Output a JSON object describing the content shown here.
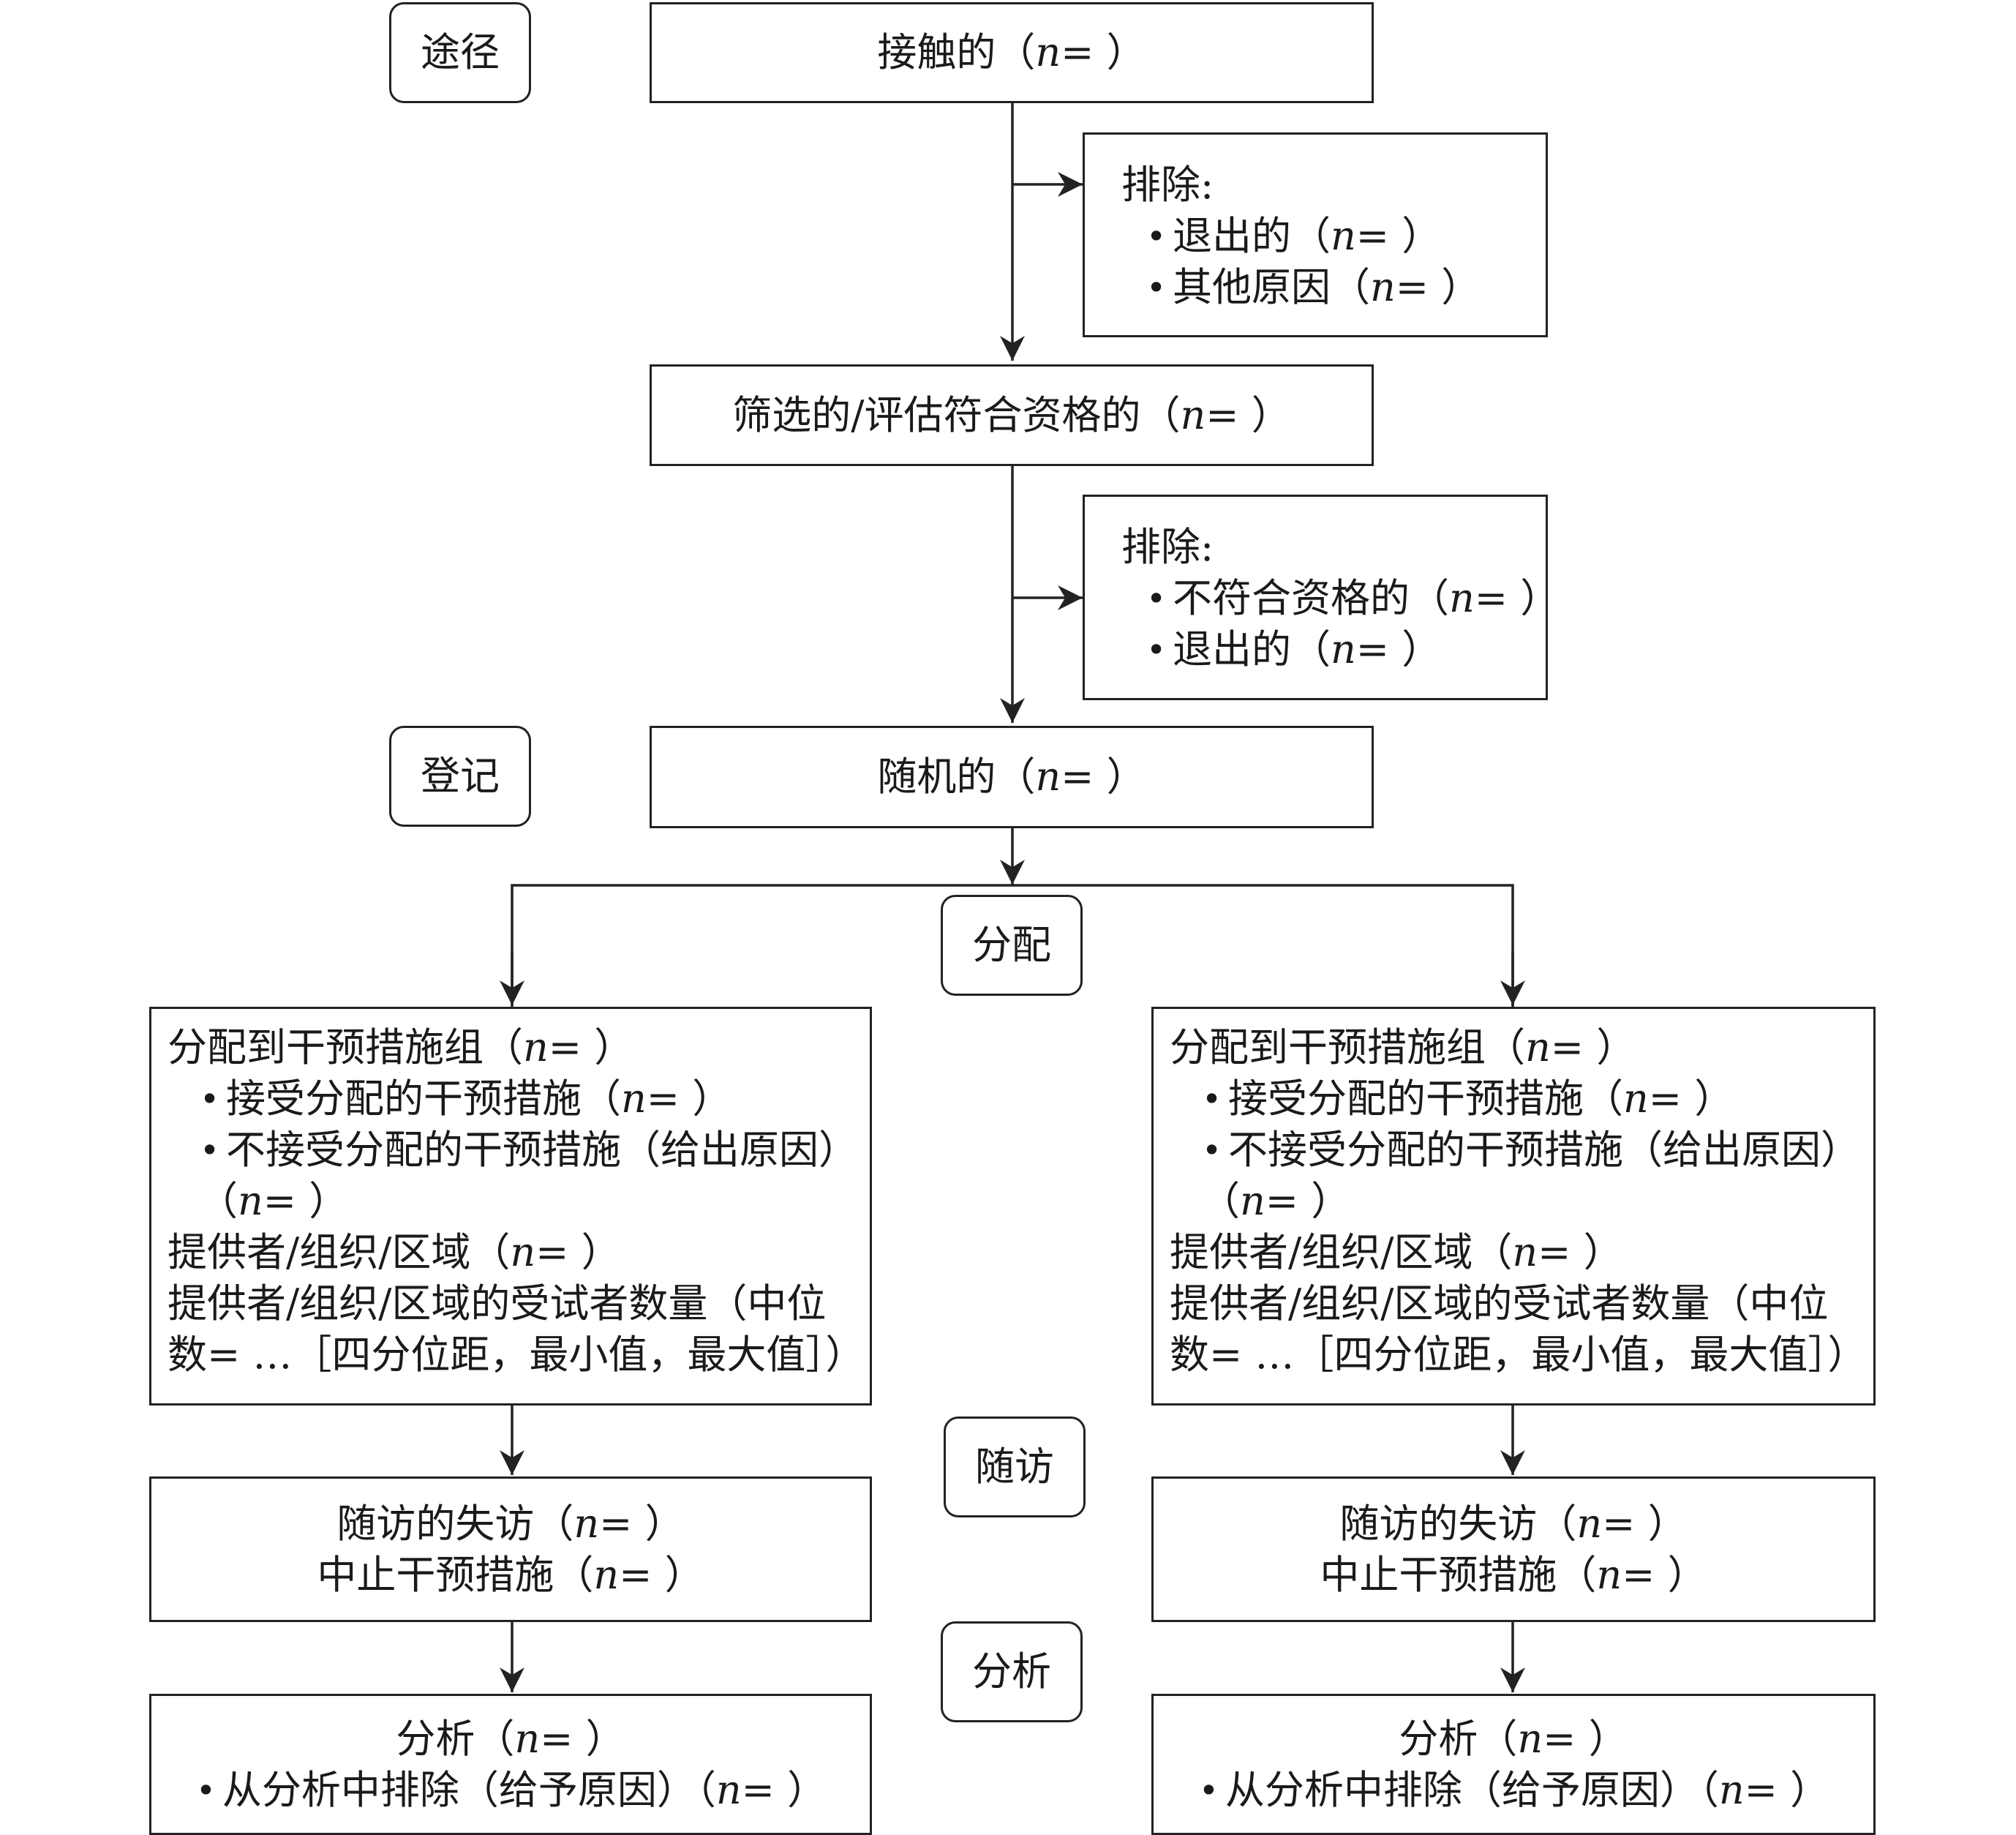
{
  "phases": {
    "enrollment_path": "途径",
    "registration": "登记",
    "allocation": "分配",
    "follow_up": "随访",
    "analysis": "分析"
  },
  "approached": "接触的（n= ）",
  "exclusion_1": {
    "heading": "排除:",
    "items": [
      "退出的（n= ）",
      "其他原因（n= ）"
    ]
  },
  "screened": "筛选的/评估符合资格的（n= ）",
  "exclusion_2": {
    "heading": "排除:",
    "items": [
      "不符合资格的（n= ）",
      "退出的（n= ）"
    ]
  },
  "randomised": "随机的（n= ）",
  "arms": [
    {
      "allocated": "分配到干预措施组（n= ）",
      "received": "接受分配的干预措施（n= ）",
      "not_received": "不接受分配的干预措施（给出原因）",
      "not_received_n": "（n= ）",
      "providers": "提供者/组织/区域（n= ）",
      "participants_line1": "提供者/组织/区域的受试者数量（中位",
      "participants_line2": "数= …［四分位距，最小值，最大值］）",
      "lost_followup": "随访的失访（n= ）",
      "discontinued": "中止干预措施（n= ）",
      "analysed": "分析（n= ）",
      "excluded_analysis": "从分析中排除（给予原因）（n= ）"
    },
    {
      "allocated": "分配到干预措施组（n= ）",
      "received": "接受分配的干预措施（n= ）",
      "not_received": "不接受分配的干预措施（给出原因）",
      "not_received_n": "（n= ）",
      "providers": "提供者/组织/区域（n= ）",
      "participants_line1": "提供者/组织/区域的受试者数量（中位",
      "participants_line2": "数= …［四分位距，最小值，最大值］）",
      "lost_followup": "随访的失访（n= ）",
      "discontinued": "中止干预措施（n= ）",
      "analysed": "分析（n= ）",
      "excluded_analysis": "从分析中排除（给予原因）（n= ）"
    }
  ]
}
